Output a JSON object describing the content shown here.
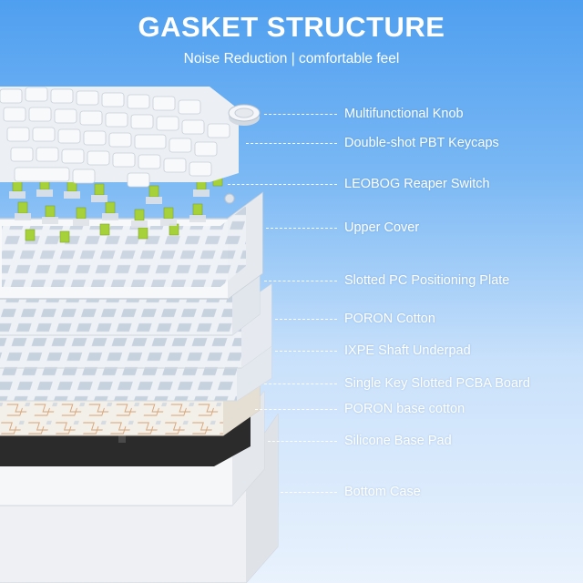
{
  "header": {
    "title": "GASKET STRUCTURE",
    "subtitle": "Noise Reduction | comfortable feel"
  },
  "components": [
    {
      "label": "Multifunctional Knob"
    },
    {
      "label": "Double-shot PBT Keycaps"
    },
    {
      "label": "LEOBOG Reaper Switch"
    },
    {
      "label": "Upper Cover"
    },
    {
      "label": "Slotted PC Positioning Plate"
    },
    {
      "label": "PORON Cotton"
    },
    {
      "label": "IXPE Shaft Underpad"
    },
    {
      "label": "Single Key Slotted PCBA Board"
    },
    {
      "label": "PORON base cotton"
    },
    {
      "label": "Silicone Base Pad"
    },
    {
      "label": "Bottom Case"
    }
  ],
  "colors": {
    "background_top": "#4f9ff0",
    "background_bottom": "#e9f2fd",
    "keycap": "#f4f5f7",
    "switch_stem": "#a6d13a",
    "base_cotton": "#2b2b2b",
    "pcb_trace": "#d9a679",
    "text": "#ffffff"
  }
}
